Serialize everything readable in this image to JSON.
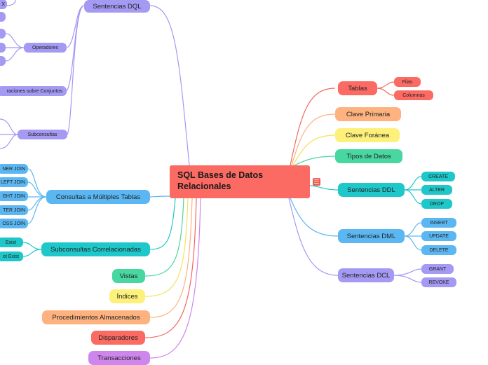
{
  "root": {
    "line1": "SQL Bases de Datos",
    "line2": "Relacionales"
  },
  "right": {
    "tablas": {
      "label": "Tablas",
      "children": [
        "Filas",
        "Columnas"
      ]
    },
    "clave_primaria": "Clave Primaria",
    "clave_foranea": "Clave Foránea",
    "tipos_de_datos": "Tipos de Datos",
    "ddl": {
      "label": "Sentencias DDL",
      "children": [
        "CREATE",
        "ALTER",
        "DROP"
      ]
    },
    "dml": {
      "label": "Sentencias DML",
      "children": [
        "INSERT",
        "UPDATE",
        "DELETE"
      ]
    },
    "dcl": {
      "label": "Sentencias DCL",
      "children": [
        "GRANT",
        "REVOKE"
      ]
    }
  },
  "left": {
    "dql": {
      "label": "Sentencias DQL"
    },
    "operadores": "Operadores",
    "conjuntos": "raciones sobre Conjuntos",
    "subconsultas": "Subconsultas",
    "multiples": {
      "label": "Consultas a Múltiples Tablas",
      "children": [
        "NER JOIN",
        "LEFT JOIN",
        "GHT JOIN",
        "TER JOIN",
        "OSS JOIN"
      ]
    },
    "correlacionadas": {
      "label": "Subconsultas Correlacionadas",
      "children": [
        "Exist",
        "ot Exist"
      ]
    },
    "vistas": "Vistas",
    "indices": "Índices",
    "procedimientos": "Procedimientos Almacenados",
    "disparadores": "Disparadores",
    "transacciones": "Transacciones",
    "edge_stub": "X"
  },
  "colors": {
    "red": "#fb6a63",
    "orange": "#fdb27f",
    "yellow": "#fdf07b",
    "green": "#49d7a1",
    "teal": "#1ec7c9",
    "blue": "#5bb7f2",
    "purple": "#a499f3",
    "violet": "#cf86ec"
  },
  "icons": {
    "root_menu": "menu-icon"
  }
}
